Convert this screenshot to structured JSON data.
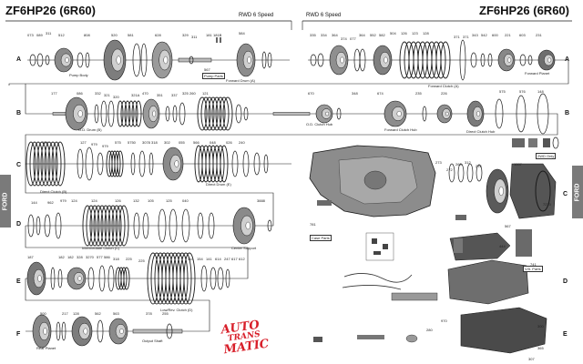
{
  "header": {
    "title_left": "ZF6HP26 (6R60)",
    "subtitle_left": "RWD 6 Speed",
    "title_right": "ZF6HP26 (6R60)",
    "subtitle_right": "RWD 6 Speed"
  },
  "side_tabs": {
    "left": "FORD",
    "right": "FORD"
  },
  "rows_left": [
    "A",
    "B",
    "C",
    "D",
    "E",
    "F"
  ],
  "rows_right": [
    "A",
    "B",
    "C",
    "D",
    "E"
  ],
  "part_labels": {
    "pump_body": "Pump Body",
    "pump_parts": "Pump Parts",
    "forward_drum_a": "Forward Drum (A)",
    "forward_clutch_a": "Forward Clutch (A)",
    "forward_planet": "Forward Planet",
    "od_drum_b": "O.D. Drum (B)",
    "od_clutch_hub": "O.D. Clutch Hub",
    "forward_clutch_hub": "Forward Clutch Hub",
    "direct_clutch_hub": "Direct Clutch Hub",
    "direct_clutch_b": "Direct Clutch (B)",
    "direct_drum_e": "Direct Drum (E)",
    "case_parts": "Case Parts",
    "intermediate_clutch": "Intermediate Clutch (C)",
    "center_support": "Center Support",
    "low_rev_clutch": "Low/Rev. Clutch (D)",
    "rear_planet": "Rear Planet",
    "output_shaft": "Output Shaft",
    "two_wd_only": "2WD Only",
    "vb_parts": "V.B. Parts"
  },
  "part_numbers": {
    "a_left": [
      "073",
      "089",
      "311",
      "512",
      "808",
      "520",
      "581",
      "628",
      "329",
      "311",
      "181",
      "181B",
      "567",
      "584"
    ],
    "a_right": [
      "335",
      "334",
      "364",
      "374",
      "077",
      "364",
      "552",
      "582",
      "504",
      "126",
      "123",
      "128",
      "371",
      "371",
      "343",
      "542",
      "600",
      "221",
      "603",
      "231"
    ],
    "b": [
      "177",
      "086",
      "332",
      "321",
      "320",
      "321A",
      "470",
      "351",
      "337",
      "325",
      "260",
      "121",
      "670",
      "348",
      "674",
      "235",
      "226",
      "575",
      "576",
      "148"
    ],
    "c": [
      "104",
      "127",
      "979",
      "979",
      "575",
      "5750",
      "3078",
      "318",
      "302",
      "055",
      "566",
      "048",
      "026",
      "240",
      "273",
      "272",
      "263",
      "312",
      "276",
      "1007",
      "7270"
    ],
    "d": [
      "144",
      "962",
      "979",
      "124",
      "124",
      "126",
      "132",
      "105",
      "125",
      "040",
      "3888",
      "781",
      "444",
      "567"
    ],
    "e": [
      "187",
      "182",
      "182",
      "328",
      "3270",
      "577",
      "586",
      "318",
      "225",
      "225",
      "114",
      "154",
      "141",
      "614",
      "247",
      "617",
      "612",
      "741"
    ],
    "f": [
      "500",
      "217",
      "128",
      "562",
      "563",
      "378",
      "255",
      "970",
      "280",
      "300",
      "365",
      "307"
    ]
  },
  "logo": {
    "line1": "AUTO",
    "line2": "TRANS",
    "line3": "MATIC"
  },
  "colors": {
    "line": "#1a1a1a",
    "part_fill": "#9a9a9a",
    "dark_fill": "#555555",
    "tab_gray": "#7a7a7a",
    "logo_red": "#d81f2a"
  }
}
